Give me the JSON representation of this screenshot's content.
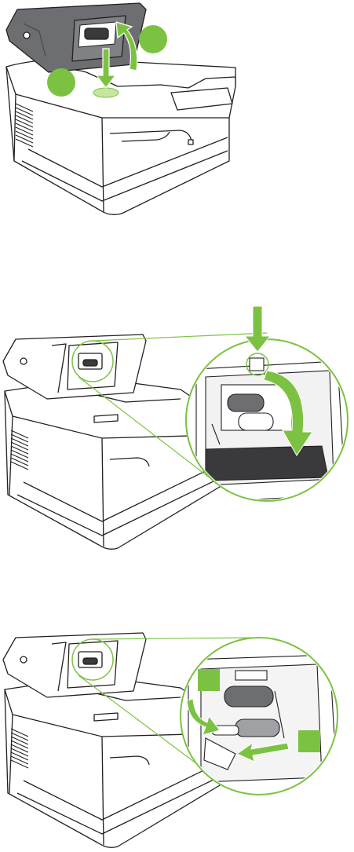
{
  "colors": {
    "accent": "#7cc242",
    "accent_light": "#c6e59e",
    "lid_dark": "#6d6e71",
    "mechanism_dark": "#3a3a3c",
    "line": "#231f20"
  },
  "icons": {
    "badge": "step-badge",
    "arrow": "green-arrow",
    "callout": "zoom-callout-circle"
  },
  "panels": [
    {
      "id": "open-cover",
      "badges": [
        "",
        ""
      ]
    },
    {
      "id": "release-roller-cover",
      "badges": []
    },
    {
      "id": "remove-roller",
      "badges": [
        "",
        ""
      ]
    }
  ]
}
